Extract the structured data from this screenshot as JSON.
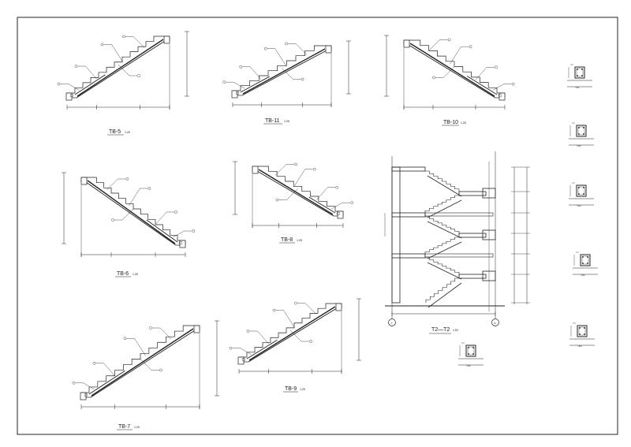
{
  "sheet": {
    "stair_details": [
      {
        "id": "tb5",
        "title": "TB-5",
        "scale": "1:25"
      },
      {
        "id": "tb11",
        "title": "TB-11",
        "scale": "1:25"
      },
      {
        "id": "tb10",
        "title": "TB-10",
        "scale": "1:25"
      },
      {
        "id": "tb6",
        "title": "TB-6",
        "scale": "1:25"
      },
      {
        "id": "tb8",
        "title": "TB-8",
        "scale": "1:25"
      },
      {
        "id": "tb7",
        "title": "TB-7",
        "scale": "1:25"
      },
      {
        "id": "tb9",
        "title": "TB-9",
        "scale": "1:25"
      }
    ],
    "section": {
      "title": "T2—T2",
      "scale": "1:50",
      "axis_left": "A",
      "axis_right": "B"
    },
    "beams": [
      {
        "id": "TB1"
      },
      {
        "id": "TB2"
      },
      {
        "id": "TB3"
      },
      {
        "id": "TB4"
      },
      {
        "id": "TB5"
      },
      {
        "id": "TB6"
      }
    ]
  }
}
